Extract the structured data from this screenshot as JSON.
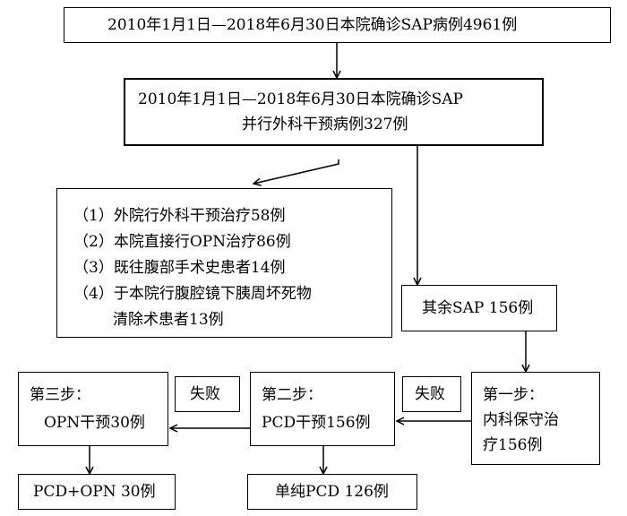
{
  "top_box": "2010年1月1日—2018年6月30日本院确诊SAP病例4961例",
  "surgery_box": {
    "line1": "2010年1月1日—2018年6月30日本院确诊SAP",
    "line2": "并行外科干预病例327例"
  },
  "exclusion_box": {
    "items": [
      "（1）外院行外科干预治疗58例",
      "（2）本院直接行OPN治疗86例",
      "（3）既往腹部手术史患者14例",
      "（4）于本院行腹腔镜下胰周坏死物",
      "清除术患者13例"
    ]
  },
  "remaining_box": "其余SAP 156例",
  "step1_box": {
    "line1": "第一步：",
    "line2": "内科保守治",
    "line3": "疗156例"
  },
  "step2_box": {
    "line1": "第二步：",
    "line2": "PCD干预156例"
  },
  "step3_box": {
    "line1": "第三步：",
    "line2": "OPN干预30例"
  },
  "fail_label_1": "失败",
  "fail_label_2": "失败",
  "pcd_only_box": "单纯PCD 126例",
  "pcd_opn_box": "PCD+OPN 30例"
}
